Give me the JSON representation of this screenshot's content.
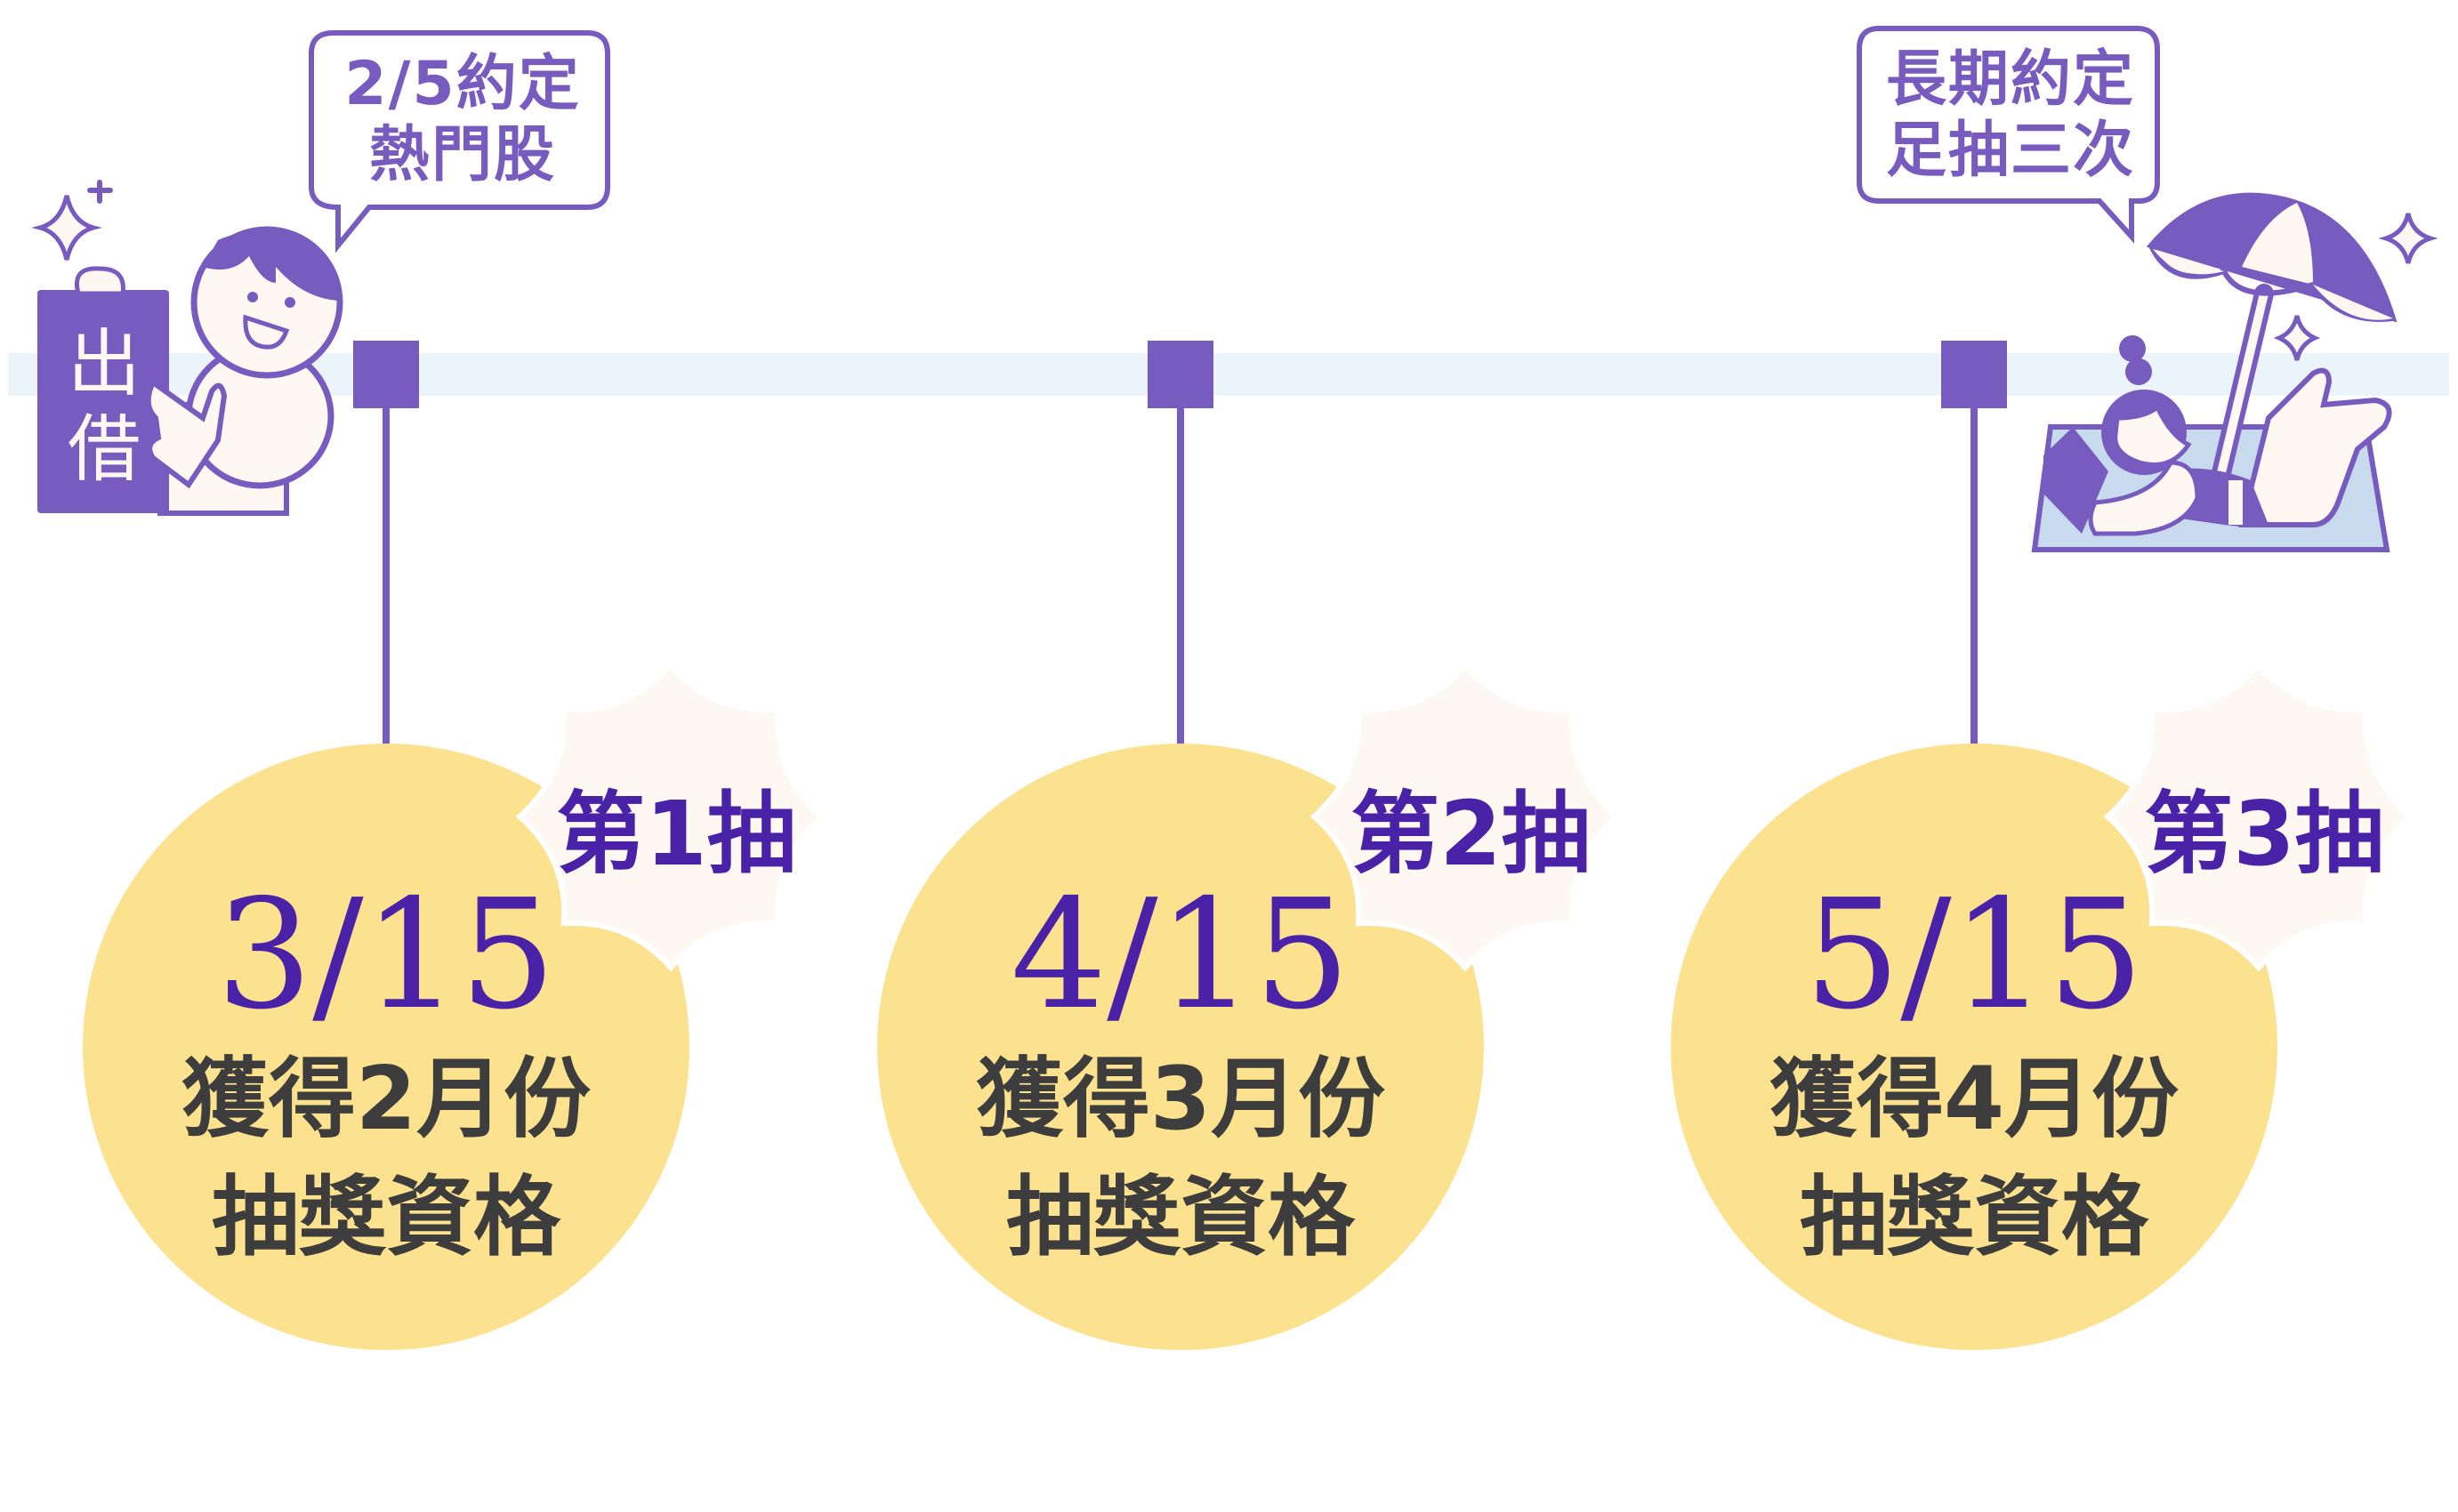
{
  "colors": {
    "purple": "#775BBE",
    "deep_purple": "#4A22A8",
    "yellow": "#FCE18F",
    "cream": "#FDF8F2",
    "band": "#EBF4FA",
    "towel": "#C8DAEE",
    "text_dark": "#3D3D3D"
  },
  "left_bubble": {
    "line1": "2/5約定",
    "line2": "熱門股"
  },
  "right_bubble": {
    "line1": "長期約定",
    "line2": "足抽三次"
  },
  "sign": {
    "line1": "出",
    "line2": "借"
  },
  "milestones": [
    {
      "draw": "第1抽",
      "date": "3/15",
      "line1": "獲得2月份",
      "line2": "抽獎資格"
    },
    {
      "draw": "第2抽",
      "date": "4/15",
      "line1": "獲得3月份",
      "line2": "抽獎資格"
    },
    {
      "draw": "第3抽",
      "date": "5/15",
      "line1": "獲得4月份",
      "line2": "抽獎資格"
    }
  ]
}
